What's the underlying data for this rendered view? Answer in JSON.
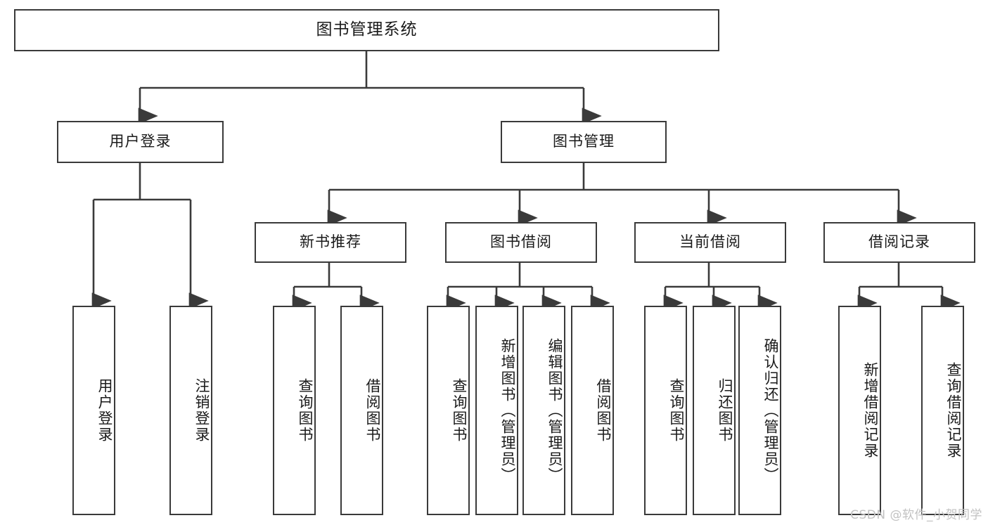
{
  "diagram": {
    "type": "tree-hierarchy",
    "title": "图书管理系统",
    "watermark": "CSDN @软件_小贺同学",
    "colors": {
      "box_border": "#3a3a3a",
      "box_fill": "#ffffff",
      "connector": "#3a3a3a",
      "text": "#1a1a1a",
      "watermark": "#c2c2c2",
      "background": "#ffffff"
    },
    "root": {
      "label": "图书管理系统"
    },
    "level1": [
      {
        "id": "user-login",
        "label": "用户登录"
      },
      {
        "id": "book-manage",
        "label": "图书管理"
      }
    ],
    "level2": [
      {
        "id": "new-book-recommend",
        "label": "新书推荐",
        "parent": "book-manage"
      },
      {
        "id": "book-borrow",
        "label": "图书借阅",
        "parent": "book-manage"
      },
      {
        "id": "current-borrow",
        "label": "当前借阅",
        "parent": "book-manage"
      },
      {
        "id": "borrow-record",
        "label": "借阅记录",
        "parent": "book-manage"
      }
    ],
    "leaves": {
      "user-login": [
        {
          "id": "leaf-user-login",
          "label": "用户登录"
        },
        {
          "id": "leaf-logout",
          "label": "注销登录"
        }
      ],
      "new-book-recommend": [
        {
          "id": "leaf-query-book-1",
          "label": "查询图书"
        },
        {
          "id": "leaf-borrow-book-1",
          "label": "借阅图书"
        }
      ],
      "book-borrow": [
        {
          "id": "leaf-query-book-2",
          "label": "查询图书"
        },
        {
          "id": "leaf-add-book",
          "label": "新增图书（管理员）"
        },
        {
          "id": "leaf-edit-book",
          "label": "编辑图书（管理员）"
        },
        {
          "id": "leaf-borrow-book-2",
          "label": "借阅图书"
        }
      ],
      "current-borrow": [
        {
          "id": "leaf-query-book-3",
          "label": "查询图书"
        },
        {
          "id": "leaf-return-book",
          "label": "归还图书"
        },
        {
          "id": "leaf-confirm-return",
          "label": "确认归还（管理员）"
        }
      ],
      "borrow-record": [
        {
          "id": "leaf-add-record",
          "label": "新增借阅记录"
        },
        {
          "id": "leaf-query-record",
          "label": "查询借阅记录"
        }
      ]
    }
  }
}
